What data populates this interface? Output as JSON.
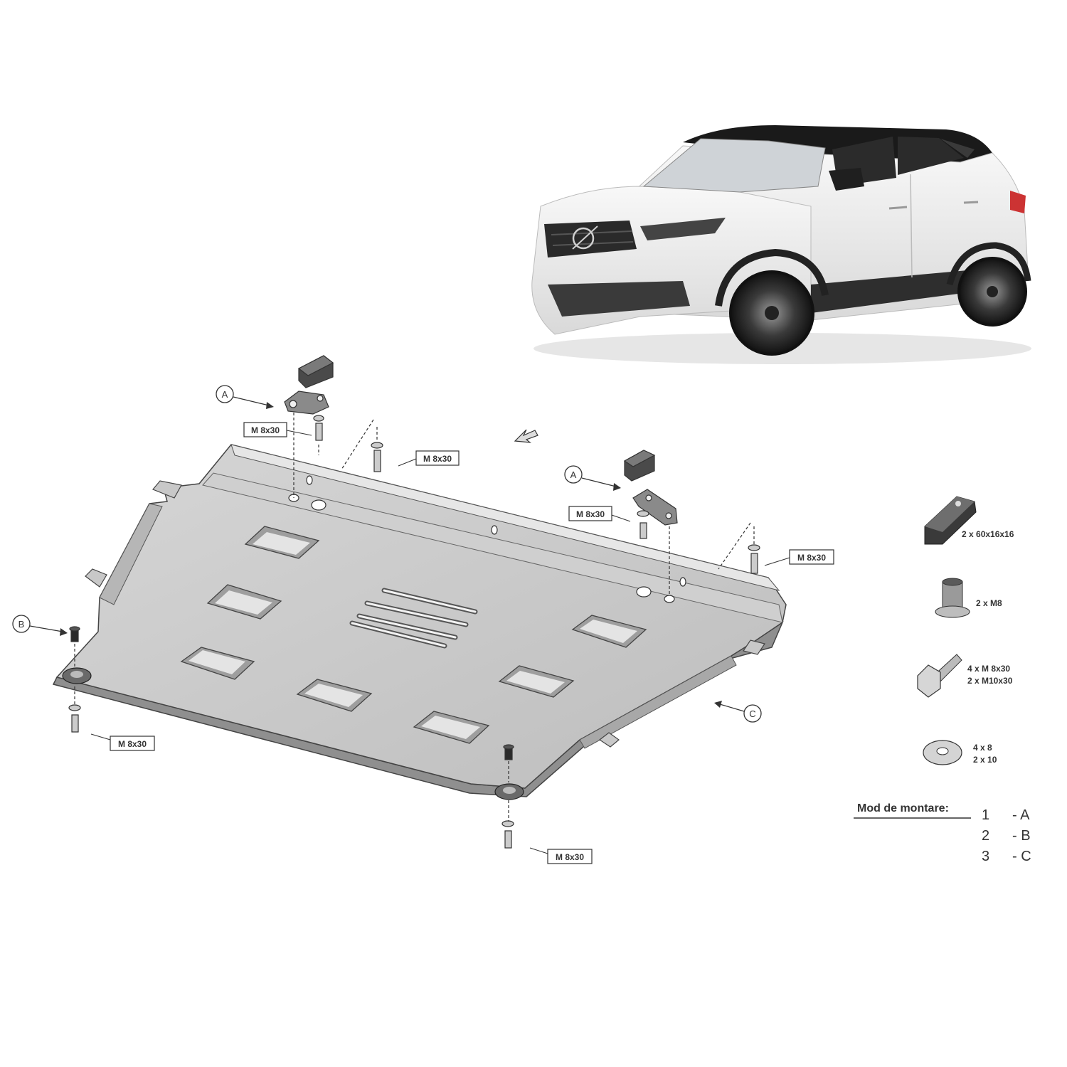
{
  "diagram": {
    "callouts": {
      "a1": "A",
      "a2": "A",
      "b": "B",
      "c": "C"
    },
    "bolt_labels": {
      "a1_bolt": "M 8x30",
      "top_mid": "M 8x30",
      "a2_bolt": "M 8x30",
      "right": "M 8x30",
      "bottom_left": "M 8x30",
      "bottom_center": "M 8x30"
    }
  },
  "legend": {
    "bracket": "2 x 60x16x16",
    "nut": "2 x M8",
    "bolt_line1": "4 x M  8x30",
    "bolt_line2": "2 x M10x30",
    "washer_line1": "4  x   8",
    "washer_line2": "2  x  10"
  },
  "mounting": {
    "title": "Mod de montare:",
    "steps": [
      {
        "num": "1",
        "code": "- A"
      },
      {
        "num": "2",
        "code": "- B"
      },
      {
        "num": "3",
        "code": "- C"
      }
    ]
  }
}
